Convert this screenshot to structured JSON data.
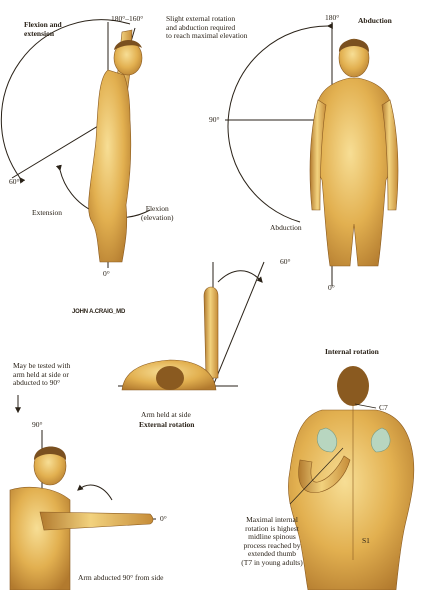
{
  "panels": {
    "flexion": {
      "title": [
        "Flexion and",
        "extension"
      ],
      "top_angle": "180°–160°",
      "note": [
        "Slight external rotation",
        "and abduction required",
        "to reach maximal elevation"
      ],
      "left_angle": "60°",
      "extension": "Extension",
      "flexion": [
        "Flexion",
        "(elevation)"
      ],
      "bottom_angle": "0°"
    },
    "abduction": {
      "title": "Abduction",
      "top_angle": "180°",
      "side_angle": "90°",
      "label": "Abduction",
      "bottom_angle": "0°"
    },
    "external": {
      "top_angle": "60°",
      "note": [
        "May be tested with",
        "arm held at side or",
        "abducted to 90°"
      ],
      "caption": "Arm held at side",
      "title": "External rotation"
    },
    "arm90": {
      "top_angle": "90°",
      "right_angle": "0°",
      "caption": "Arm abducted 90° from side"
    },
    "internal": {
      "title": "Internal rotation",
      "c7": "C7",
      "s1": "S1",
      "note": [
        "Maximal internal",
        "rotation is highest",
        "midline spinous",
        "process reached by",
        "extended thumb",
        "(T7 in young adults)"
      ]
    }
  },
  "signature": "JOHN A.CRAIG_MD",
  "colors": {
    "skin_light": "#f3d27a",
    "skin_mid": "#dba64a",
    "skin_dark": "#a8702a",
    "line": "#2a2218"
  }
}
